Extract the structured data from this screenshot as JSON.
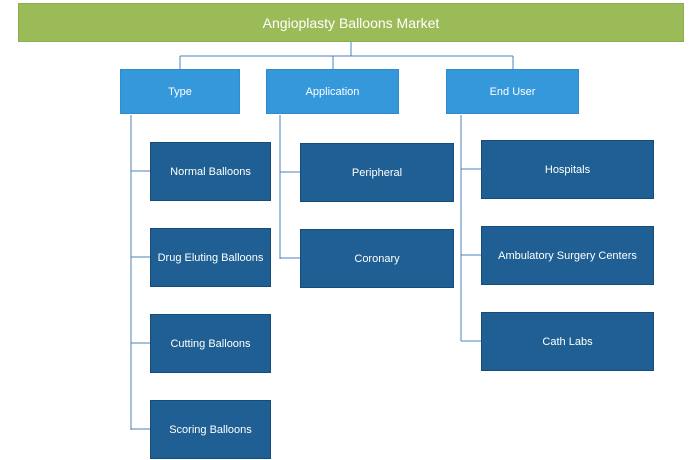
{
  "title": "Angioplasty Balloons Market",
  "colors": {
    "root": "#9bbb59",
    "category": "#3498db",
    "leaf": "#1f5f93",
    "connector": "#4f81bd"
  },
  "categories": [
    {
      "label": "Type",
      "items": [
        "Normal Balloons",
        "Drug Eluting Balloons",
        "Cutting Balloons",
        "Scoring Balloons"
      ]
    },
    {
      "label": "Application",
      "items": [
        "Peripheral",
        "Coronary"
      ]
    },
    {
      "label": "End User",
      "items": [
        "Hospitals",
        "Ambulatory Surgery Centers",
        "Cath Labs"
      ]
    }
  ]
}
